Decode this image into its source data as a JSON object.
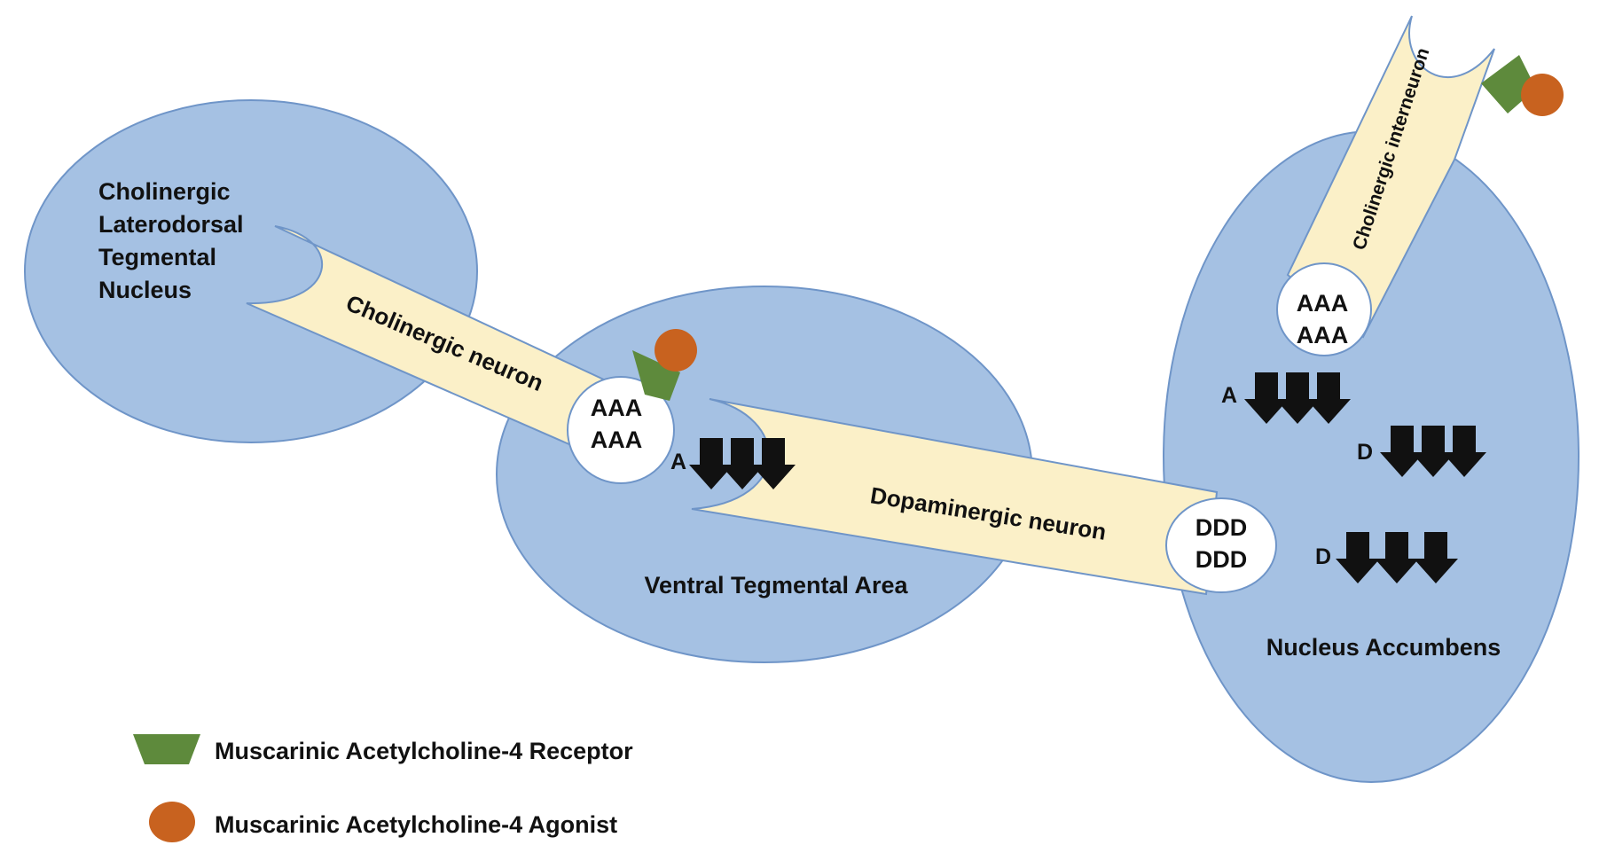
{
  "colors": {
    "region_fill": "#a5c1e3",
    "region_stroke": "#6f95c8",
    "neuron_fill": "#fbf0c8",
    "vesicle_fill": "#ffffff",
    "receptor": "#5e8a3c",
    "agonist": "#c8621f",
    "arrow": "#111111"
  },
  "regions": {
    "ldt": {
      "line1": "Cholinergic",
      "line2": "Laterodorsal",
      "line3": "Tegmental",
      "line4": "Nucleus"
    },
    "vta": {
      "label": "Ventral Tegmental Area"
    },
    "nac": {
      "label": "Nucleus Accumbens"
    }
  },
  "neurons": {
    "cholinergic": "Cholinergic neuron",
    "dopaminergic": "Dopaminergic neuron",
    "interneuron": "Cholinergic interneuron"
  },
  "vesicles": {
    "vta": {
      "line1": "AAA",
      "line2": "AAA"
    },
    "dopamine": {
      "line1": "DDD",
      "line2": "DDD"
    },
    "nac": {
      "line1": "AAA",
      "line2": "AAA"
    }
  },
  "release": {
    "vta_a": "A",
    "nac_a": "A",
    "nac_d1": "D",
    "nac_d2": "D"
  },
  "legend": {
    "receptor": {
      "icon": "trapezoid-receptor-icon",
      "label": "Muscarinic Acetylcholine-4 Receptor"
    },
    "agonist": {
      "icon": "circle-agonist-icon",
      "label": "Muscarinic Acetylcholine-4 Agonist"
    }
  }
}
